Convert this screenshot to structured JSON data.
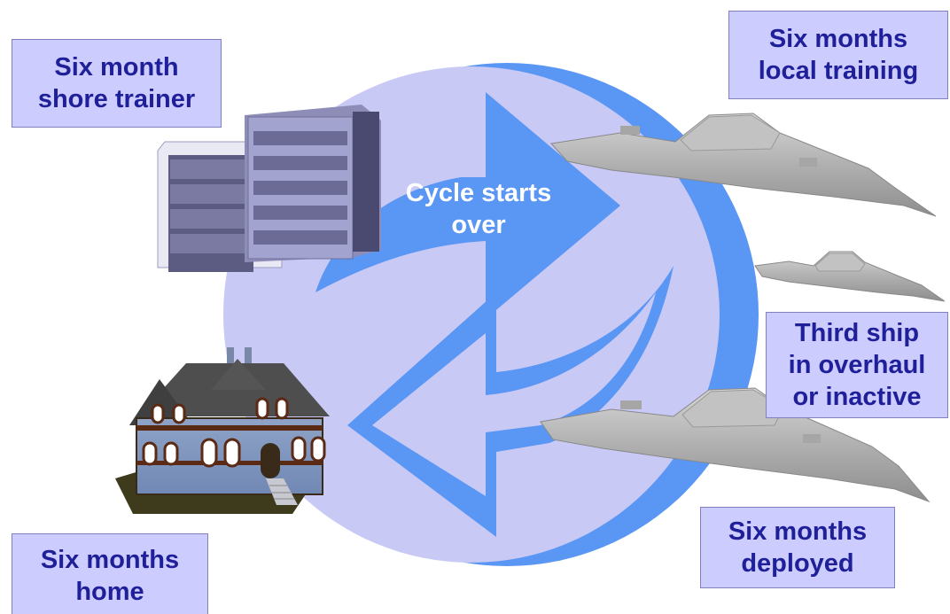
{
  "labels": {
    "shore_trainer": [
      "Six month",
      "shore trainer"
    ],
    "local_training": [
      "Six months",
      "local training"
    ],
    "third_ship": [
      "Third ship",
      "in overhaul",
      "or inactive"
    ],
    "deployed": [
      "Six months",
      "deployed"
    ],
    "home": [
      "Six months",
      "home"
    ],
    "cycle": [
      "Cycle starts",
      "over"
    ]
  },
  "icons": [
    "office-building-icon",
    "house-icon",
    "destroyer-ship-icon"
  ],
  "colors": {
    "box_fill": "#ccccff",
    "box_border": "#8080c0",
    "box_text": "#1f1f99",
    "circle_light": "#c9c9f6",
    "circle_blue": "#5a96f4",
    "ship_gray": "#b4b4b4"
  }
}
